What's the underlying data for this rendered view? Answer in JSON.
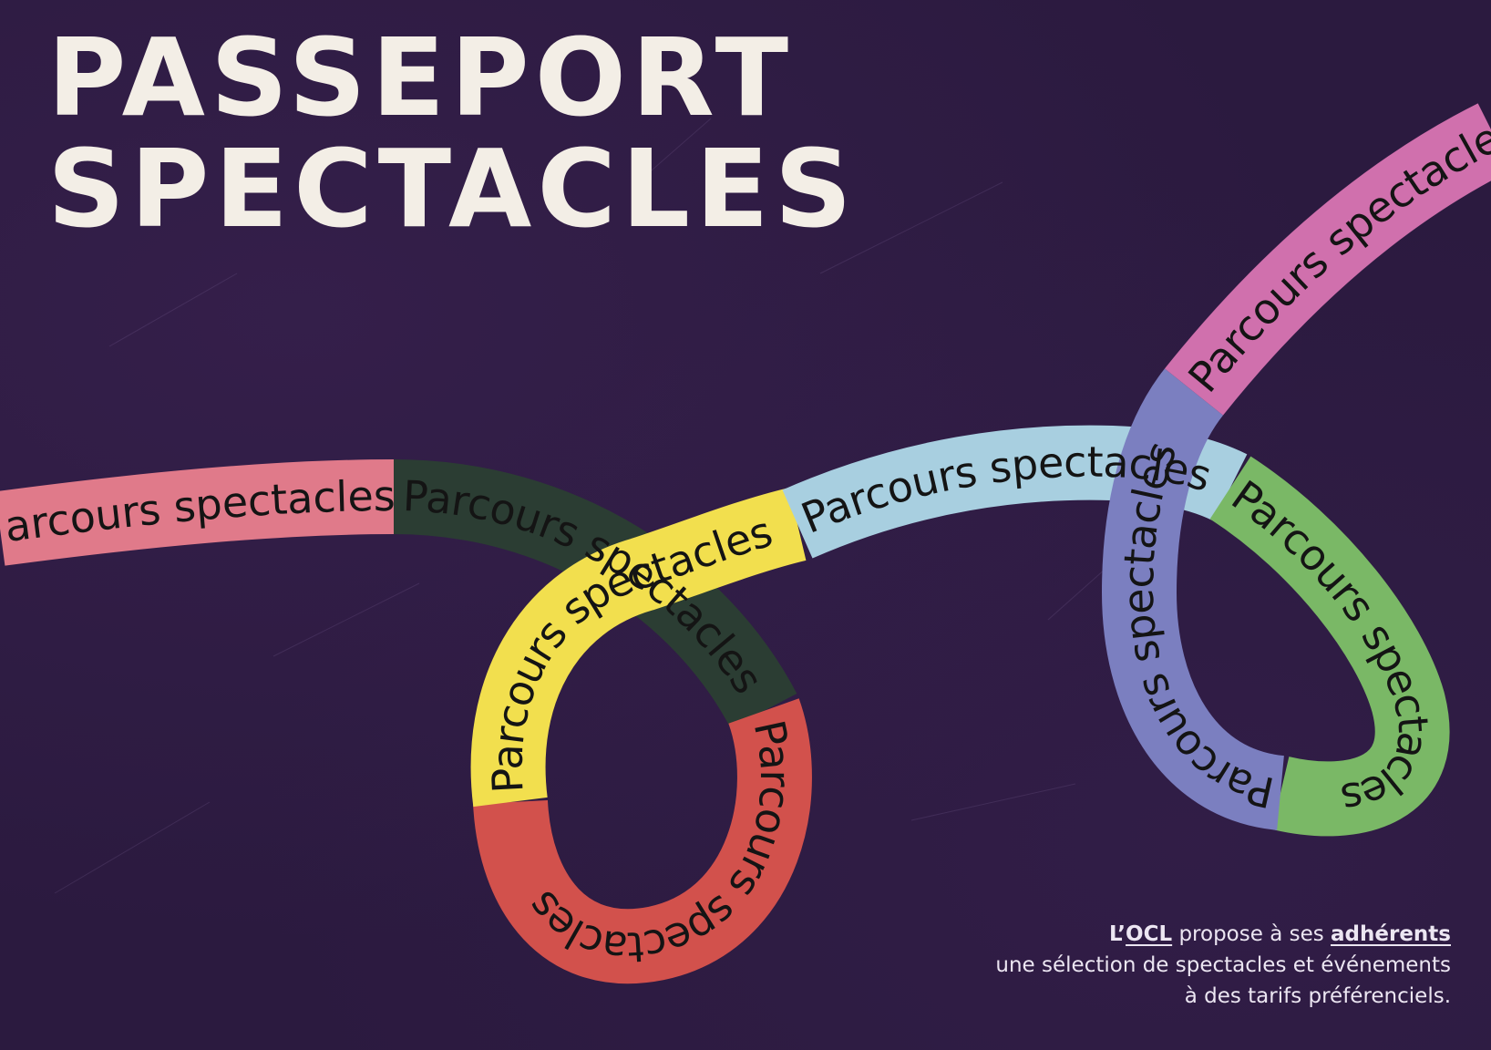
{
  "title": {
    "line1": "PASSEPORT",
    "line2": "SPECTACLES"
  },
  "ribbon": {
    "label": "Parcours spectacles",
    "segments": [
      {
        "name": "pink",
        "color": "#e07a8a"
      },
      {
        "name": "dark-green",
        "color": "#2b3d33"
      },
      {
        "name": "yellow",
        "color": "#f2df4e"
      },
      {
        "name": "light-blue",
        "color": "#a8cfe0"
      },
      {
        "name": "red",
        "color": "#d2514c"
      },
      {
        "name": "periwinkle",
        "color": "#7b7fc0"
      },
      {
        "name": "green",
        "color": "#7ab866"
      },
      {
        "name": "magenta",
        "color": "#d070ad"
      }
    ]
  },
  "tagline": {
    "part1": "L’",
    "ocl": "OCL",
    "part2": " propose à ses ",
    "adherents": "adhérents",
    "line2": "une sélection de spectacles et événements",
    "line3": "à des tarifs préférenciels."
  }
}
